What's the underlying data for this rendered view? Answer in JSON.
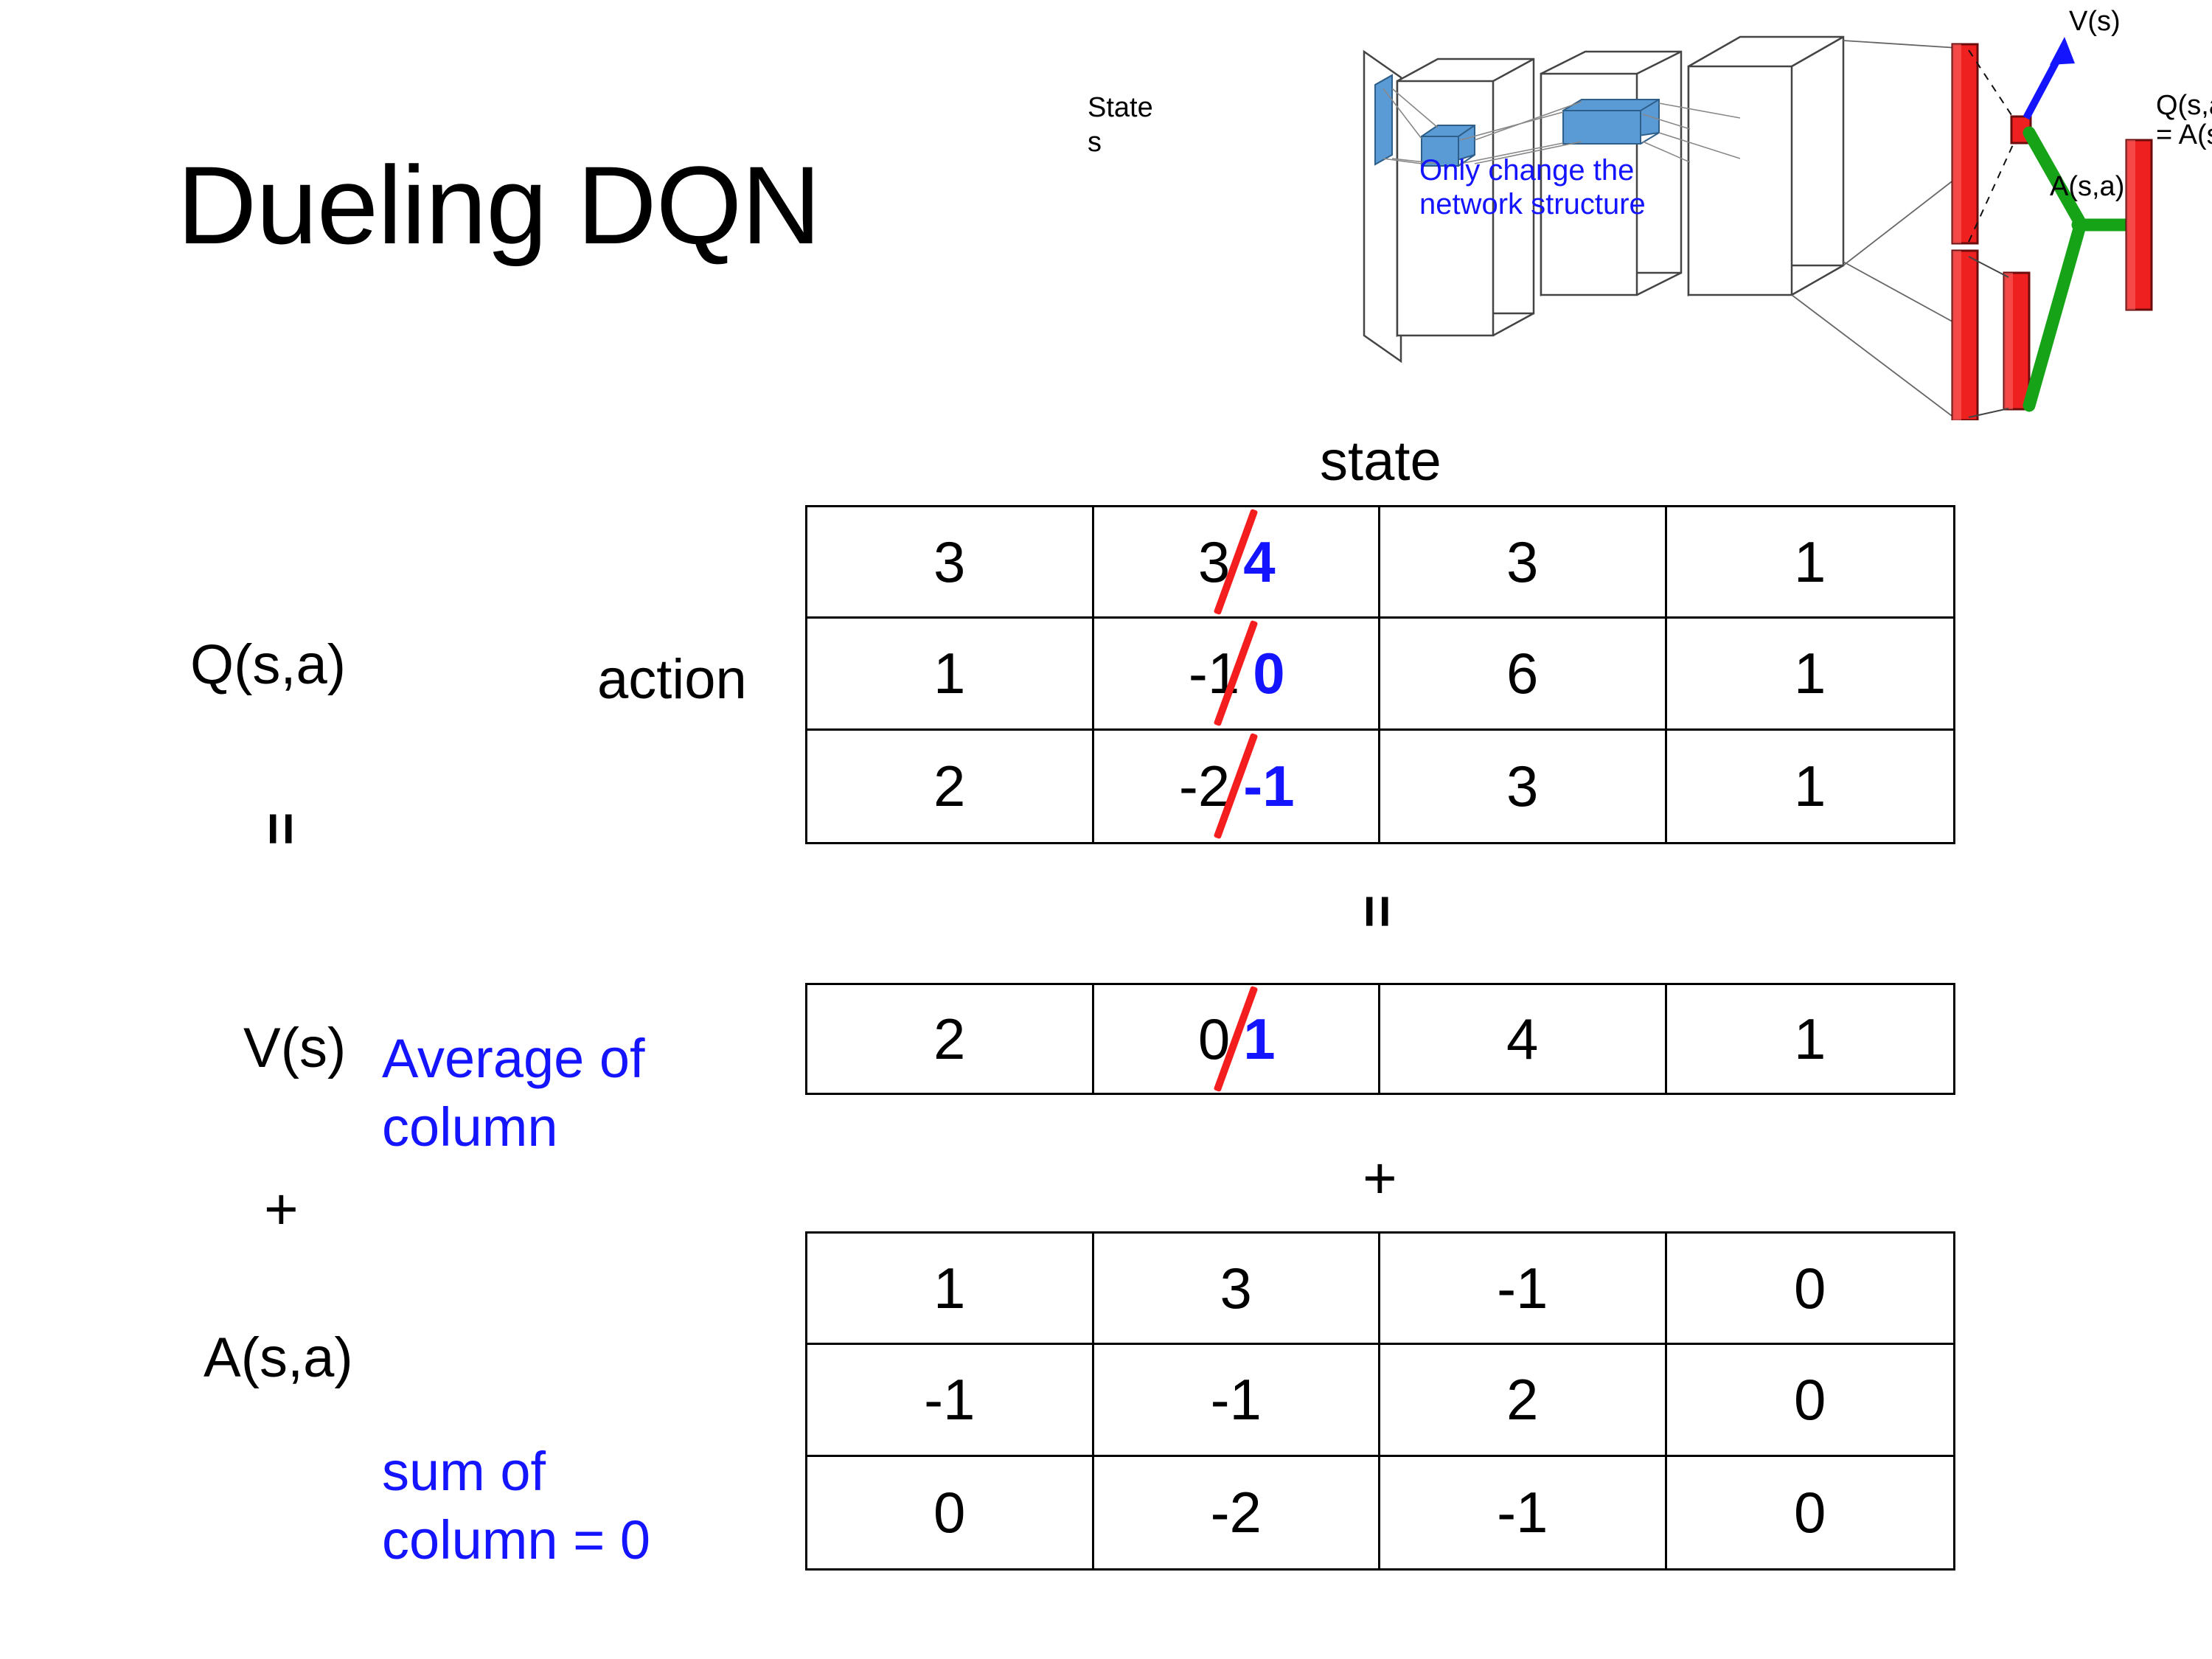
{
  "title": "Dueling DQN",
  "colors": {
    "blue": "#1414ff",
    "red": "#f41e1e",
    "green": "#17a318",
    "node_red": "#ee2020",
    "node_blue": "#5b9bd5"
  },
  "diagram": {
    "name": "dueling-dqn-network-diagram",
    "state_label": "State",
    "state_sub": "s",
    "note": "Only change the\nnetwork structure",
    "v_label": "V(s)",
    "a_label": "A(s,a)",
    "q_label": "Q(s,a)",
    "q_label2": "= A(s,a)+V(s)"
  },
  "labels": {
    "state_axis": "state",
    "action_axis": "action",
    "q_label": "Q(s,a)",
    "v_label": "V(s)",
    "a_label": "A(s,a)",
    "equals_q_v": "=",
    "equals_tables": "=",
    "plus_left": "+",
    "plus_tables": "+",
    "average_note": "Average of\ncolumn",
    "sum_note": "sum of\ncolumn = 0"
  },
  "chart_data": {
    "type": "table",
    "title": "Dueling DQN : Q(s,a) = V(s) + A(s,a)",
    "axes": {
      "columns": "state",
      "rows": "action"
    },
    "tables": [
      {
        "name": "Q(s,a)",
        "rows": 3,
        "cols": 4,
        "values": [
          [
            "3",
            "3",
            "3",
            "1"
          ],
          [
            "1",
            "-1",
            "6",
            "1"
          ],
          [
            "2",
            "-2",
            "3",
            "1"
          ]
        ],
        "edits": [
          {
            "row": 0,
            "col": 1,
            "old": "3",
            "new": "4"
          },
          {
            "row": 1,
            "col": 1,
            "old": "-1",
            "new": "0"
          },
          {
            "row": 2,
            "col": 1,
            "old": "-2",
            "new": "-1"
          }
        ]
      },
      {
        "name": "V(s)",
        "rows": 1,
        "cols": 4,
        "values": [
          [
            "2",
            "0",
            "4",
            "1"
          ]
        ],
        "edits": [
          {
            "row": 0,
            "col": 1,
            "old": "0",
            "new": "1"
          }
        ]
      },
      {
        "name": "A(s,a)",
        "rows": 3,
        "cols": 4,
        "values": [
          [
            "1",
            "3",
            "-1",
            "0"
          ],
          [
            "-1",
            "-1",
            "2",
            "0"
          ],
          [
            "0",
            "-2",
            "-1",
            "0"
          ]
        ],
        "edits": []
      }
    ]
  }
}
